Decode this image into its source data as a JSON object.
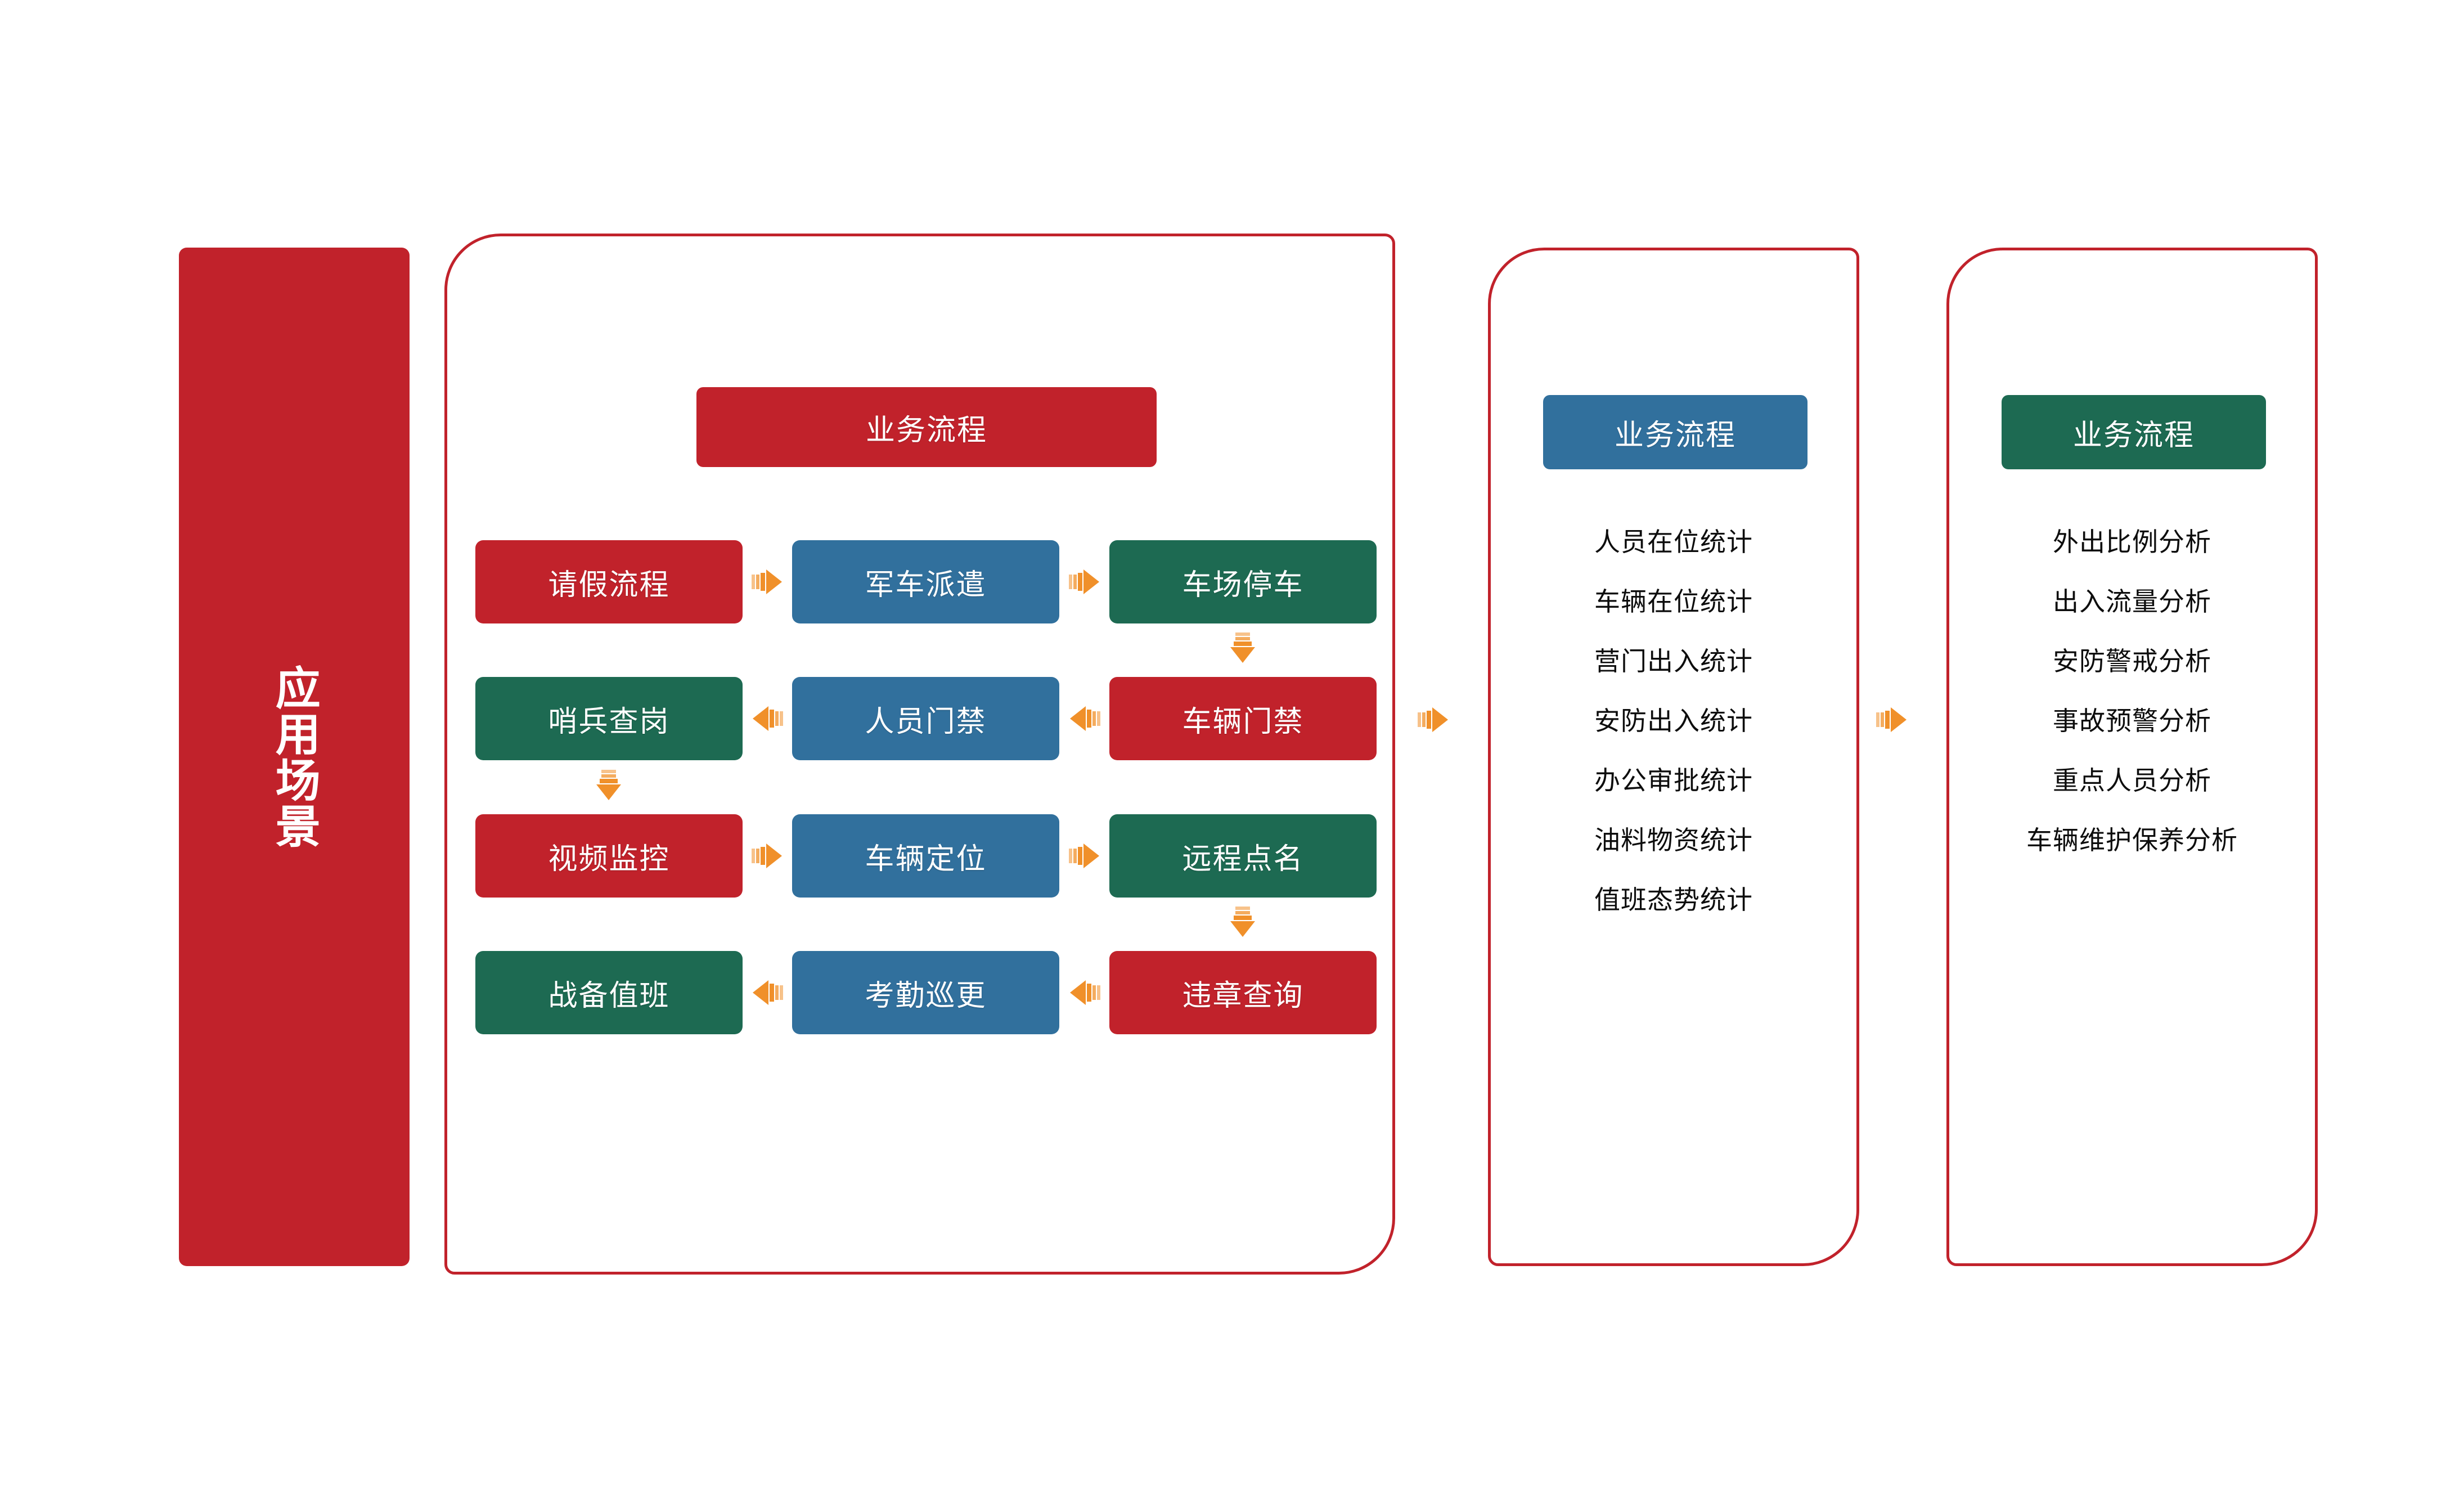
{
  "colors": {
    "red": "#c1222b",
    "blue": "#31709d",
    "green": "#1d6a52",
    "arrow_orange": "#f0902a",
    "text_dark": "#0d0d0d",
    "background": "#ffffff"
  },
  "scene_banner": {
    "label": "应用场景"
  },
  "flow_panel": {
    "title": "业务流程",
    "title_color": "#c1222b",
    "rows": [
      {
        "direction": "right",
        "nodes": [
          {
            "label": "请假流程",
            "color": "red"
          },
          {
            "label": "军车派遣",
            "color": "blue"
          },
          {
            "label": "车场停车",
            "color": "green"
          }
        ]
      },
      {
        "direction": "left",
        "nodes": [
          {
            "label": "哨兵查岗",
            "color": "green"
          },
          {
            "label": "人员门禁",
            "color": "blue"
          },
          {
            "label": "车辆门禁",
            "color": "red"
          }
        ]
      },
      {
        "direction": "right",
        "nodes": [
          {
            "label": "视频监控",
            "color": "red"
          },
          {
            "label": "车辆定位",
            "color": "blue"
          },
          {
            "label": "远程点名",
            "color": "green"
          }
        ]
      },
      {
        "direction": "left",
        "nodes": [
          {
            "label": "战备值班",
            "color": "green"
          },
          {
            "label": "考勤巡更",
            "color": "blue"
          },
          {
            "label": "违章查询",
            "color": "red"
          }
        ]
      }
    ]
  },
  "stats_panel": {
    "title": "业务流程",
    "title_color": "#31709d",
    "items": [
      "人员在位统计",
      "车辆在位统计",
      "营门出入统计",
      "安防出入统计",
      "办公审批统计",
      "油料物资统计",
      "值班态势统计"
    ]
  },
  "analysis_panel": {
    "title": "业务流程",
    "title_color": "#1d6a52",
    "items": [
      "外出比例分析",
      "出入流量分析",
      "安防警戒分析",
      "事故预警分析",
      "重点人员分析",
      "车辆维护保养分析"
    ]
  },
  "icons": {
    "arrow_right": "arrow-right-icon",
    "arrow_left": "arrow-left-icon",
    "arrow_down": "arrow-down-icon"
  }
}
